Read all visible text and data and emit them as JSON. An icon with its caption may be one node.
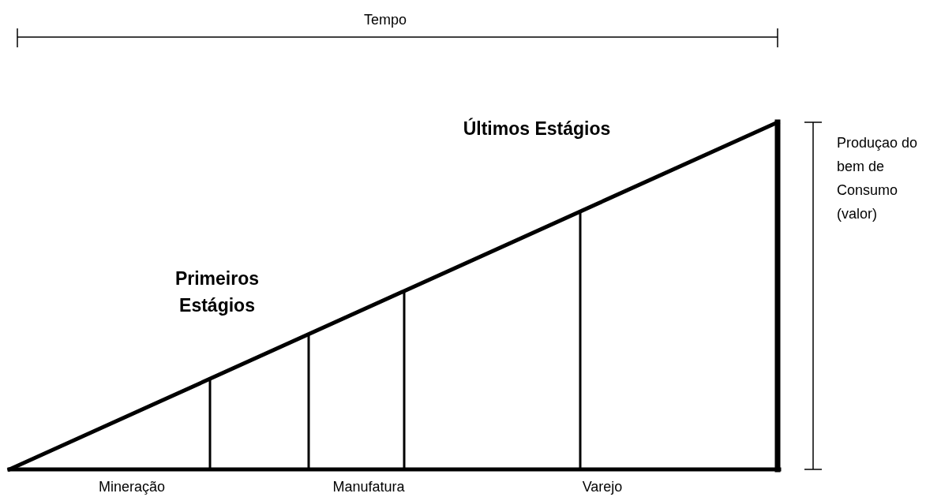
{
  "diagram": {
    "labels": [
      "Tempo",
      "Últimos Estágios",
      "Primeiros Estágios",
      "Produçao do bem de Consumo (valor)",
      "Mineração",
      "Manufatura",
      "Varejo"
    ]
  }
}
